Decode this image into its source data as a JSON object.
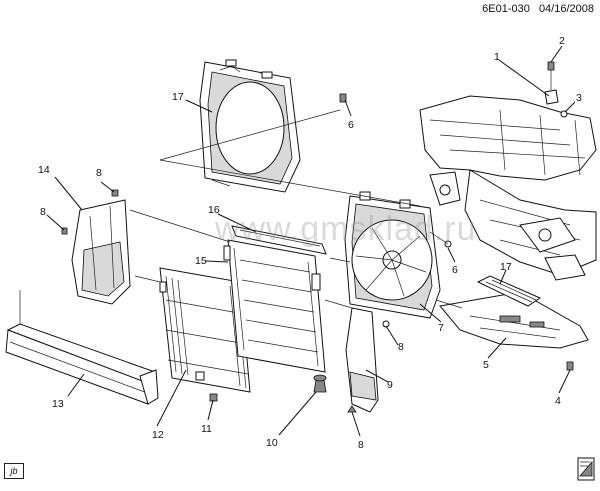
{
  "header": {
    "code": "6E01-030",
    "date": "04/16/2008"
  },
  "watermark": "www.gmsklad.ru",
  "badge": "jb",
  "callouts": {
    "c1": "1",
    "c2": "2",
    "c3": "3",
    "c4": "4",
    "c5": "5",
    "c6a": "6",
    "c6b": "6",
    "c7": "7",
    "c8a": "8",
    "c8b": "8",
    "c8c": "8",
    "c8d": "8",
    "c9": "9",
    "c10": "10",
    "c11": "11",
    "c12": "12",
    "c13": "13",
    "c14": "14",
    "c15": "15",
    "c16": "16",
    "c17a": "17",
    "c17b": "17"
  }
}
